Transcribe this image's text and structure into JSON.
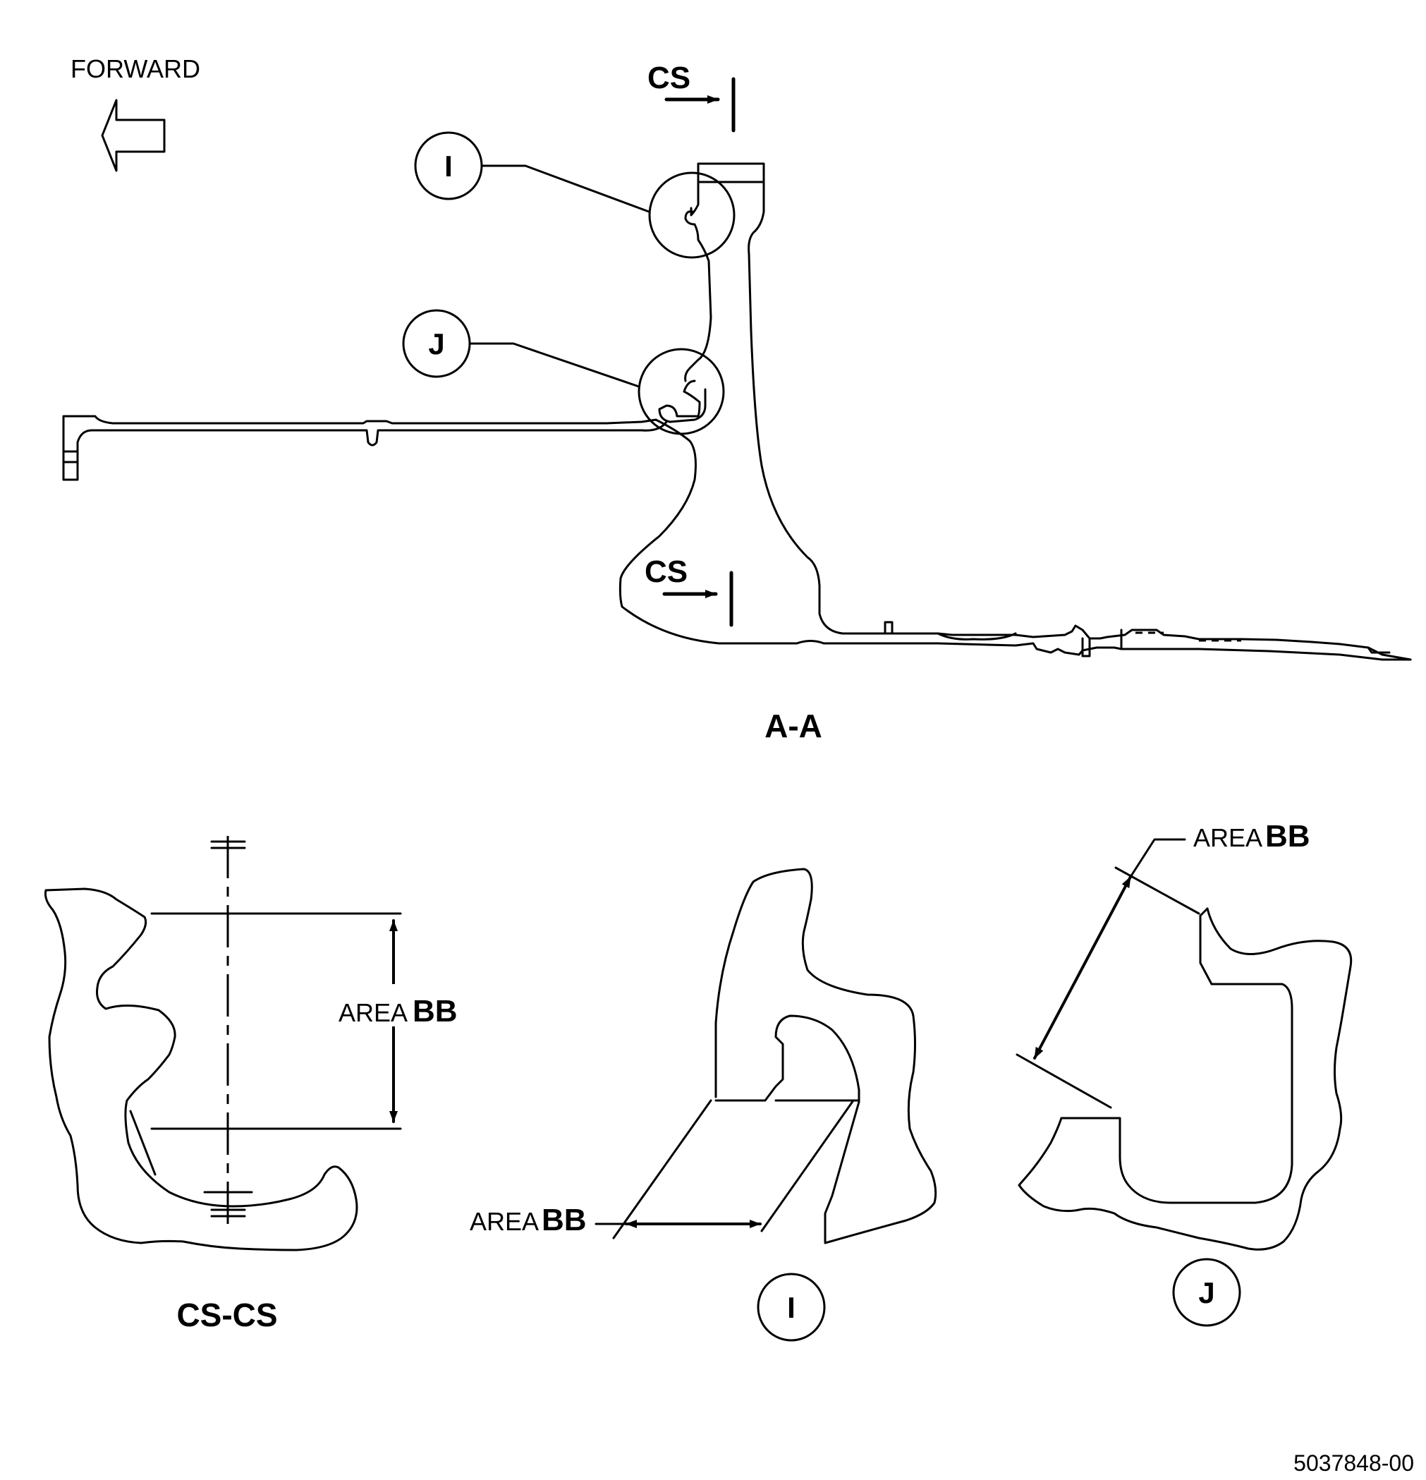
{
  "direction": {
    "label": "FORWARD"
  },
  "section_aa": {
    "title": "A-A",
    "cut_top": "CS",
    "cut_bottom": "CS"
  },
  "callouts": {
    "detail_i": "I",
    "detail_j": "J"
  },
  "section_cs": {
    "title": "CS-CS"
  },
  "area": {
    "prefix": "AREA",
    "name": "BB"
  },
  "detail_i": {
    "label": "I"
  },
  "detail_j": {
    "label": "J"
  },
  "drawing_number": "5037848-00"
}
